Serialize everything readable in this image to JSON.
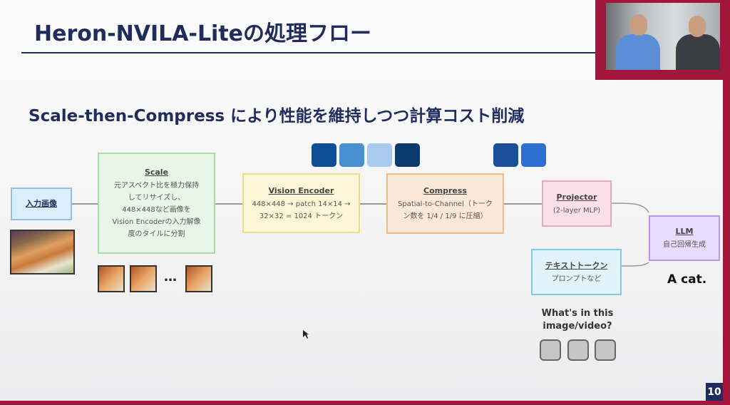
{
  "slide": {
    "title": "Heron-NVILA-Liteの処理フロー",
    "subtitle": "Scale-then-Compress により性能を維持しつつ計算コスト削減",
    "page_number": "10",
    "input": {
      "label": "入力画像"
    },
    "scale": {
      "title": "Scale",
      "lines": [
        "元アスペクト比を極力保持",
        "してリサイズし、",
        "448×448など画像を",
        "Vision Encoderの入力解像",
        "度のタイルに分割"
      ]
    },
    "ellipsis": "…",
    "vision_encoder": {
      "title": "Vision Encoder",
      "lines": [
        "448×448 → patch 14×14 →",
        "32×32 = 1024 トークン"
      ]
    },
    "compress": {
      "title": "Compress",
      "lines": [
        "Spatial-to-Channel（トーク",
        "ン数を 1/4 / 1/9 に圧縮）"
      ]
    },
    "projector": {
      "title": "Projector",
      "lines": [
        "(2-layer MLP)"
      ]
    },
    "llm": {
      "title": "LLM",
      "lines": [
        "自己回帰生成"
      ]
    },
    "text_tokens": {
      "title": "テキストトークン",
      "lines": [
        "プロンプトなど"
      ]
    },
    "output": "A cat.",
    "question": [
      "What's in this",
      "image/video?"
    ],
    "colors": {
      "navy": "#1f2c5c",
      "frame": "#a3163c",
      "tokens_a": [
        "#0c4f94",
        "#4a8fd0",
        "#a8cbee",
        "#0b3a6c"
      ],
      "tokens_b": [
        "#1b4f9a",
        "#2f6fd0"
      ]
    }
  }
}
